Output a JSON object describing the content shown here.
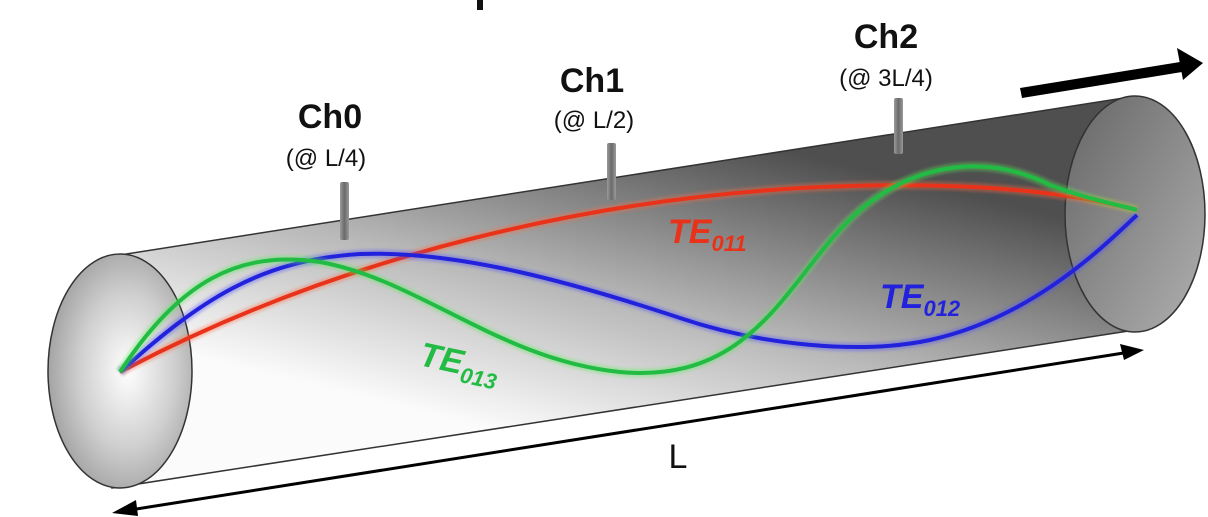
{
  "channels": [
    {
      "name": "Ch0",
      "position": "(@ L/4)"
    },
    {
      "name": "Ch1",
      "position": "(@ L/2)"
    },
    {
      "name": "Ch2",
      "position": "(@ 3L/4)"
    }
  ],
  "modes": [
    {
      "base": "TE",
      "sub": "011",
      "color": "#e8331a"
    },
    {
      "base": "TE",
      "sub": "012",
      "color": "#2222dd"
    },
    {
      "base": "TE",
      "sub": "013",
      "color": "#22bb44"
    }
  ],
  "length_label": "L",
  "colors": {
    "cylinder_dark": "#5a5a5a",
    "cylinder_light": "#ffffff",
    "probe": "#777777",
    "arrow": "#000000"
  }
}
